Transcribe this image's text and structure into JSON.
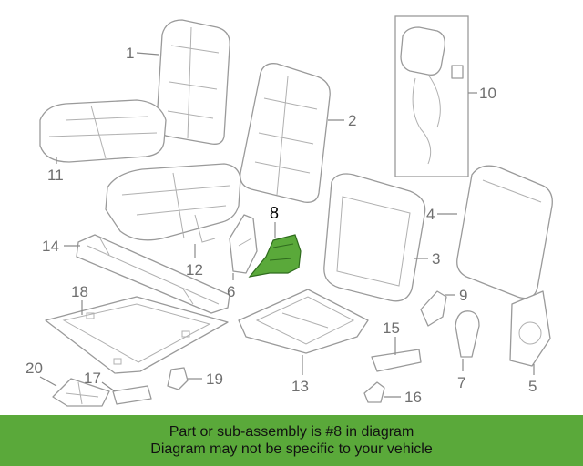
{
  "diagram": {
    "highlight_color": "#5aa93a",
    "callouts": {
      "c1": "1",
      "c2": "2",
      "c3": "3",
      "c4": "4",
      "c5": "5",
      "c6": "6",
      "c7": "7",
      "c8": "8",
      "c9": "9",
      "c10": "10",
      "c11": "11",
      "c12": "12",
      "c13": "13",
      "c14": "14",
      "c15": "15",
      "c16": "16",
      "c17": "17",
      "c18": "18",
      "c19": "19",
      "c20": "20"
    }
  },
  "banner": {
    "line1": "Part or sub-assembly is #8 in diagram",
    "line2": "Diagram may not be specific to your vehicle"
  }
}
